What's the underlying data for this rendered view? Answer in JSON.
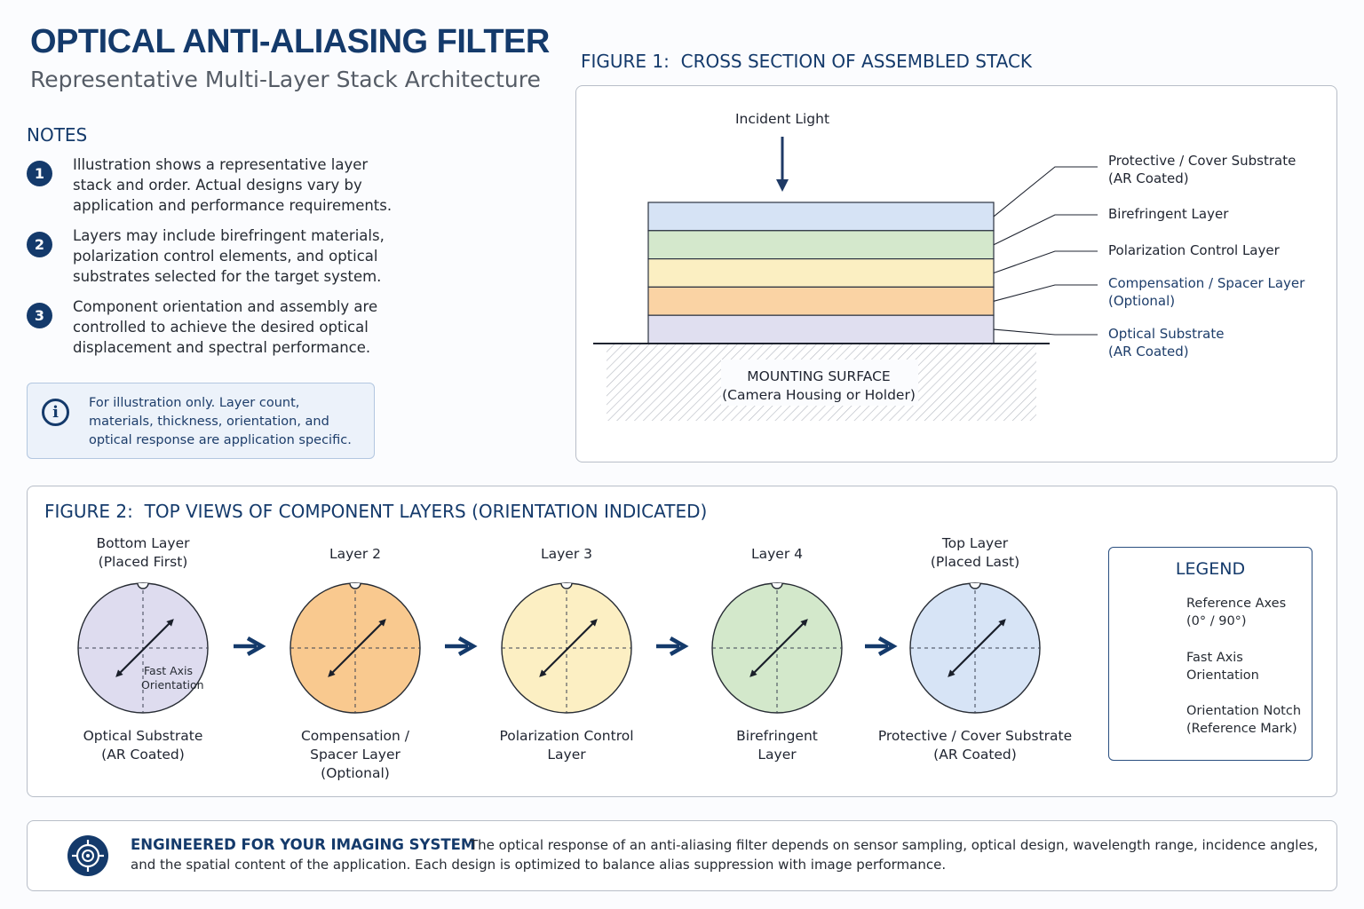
{
  "header": {
    "title": "OPTICAL ANTI-ALIASING FILTER",
    "subtitle": "Representative Multi-Layer Stack Architecture"
  },
  "notes": {
    "heading": "NOTES",
    "items": [
      {
        "num": "1",
        "text": "Illustration shows a representative layer stack and order. Actual designs vary by application and performance requirements."
      },
      {
        "num": "2",
        "text": "Layers may include birefringent materials, polarization control elements, and optical substrates selected for the target system."
      },
      {
        "num": "3",
        "text": "Component orientation and assembly are controlled to achieve the desired optical displacement and spectral performance."
      }
    ],
    "info_icon": "info-icon",
    "info_text": "For illustration only. Layer count, materials, thickness, orientation, and optical response are application specific."
  },
  "figure1": {
    "title": "FIGURE 1:  CROSS SECTION OF ASSEMBLED STACK",
    "incident_light": "Incident Light",
    "mounting_line1": "MOUNTING SURFACE",
    "mounting_line2": "(Camera Housing or Holder)",
    "layers": [
      {
        "line1": "Protective / Cover Substrate",
        "line2": "(AR Coated)",
        "color": "#d6e3f5"
      },
      {
        "line1": "Birefringent Layer",
        "line2": "",
        "color": "#d4e8cc"
      },
      {
        "line1": "Polarization Control Layer",
        "line2": "",
        "color": "#fbefc2"
      },
      {
        "line1": "Compensation / Spacer Layer",
        "line2": "(Optional)",
        "color": "#fad3a4"
      },
      {
        "line1": "Optical Substrate",
        "line2": "(AR Coated)",
        "color": "#e0dff0"
      }
    ]
  },
  "figure2": {
    "title": "FIGURE 2:  TOP VIEWS OF COMPONENT LAYERS (ORIENTATION INDICATED)",
    "fast_axis_label_1": "Fast Axis",
    "fast_axis_label_2": "Orientation",
    "discs": [
      {
        "top1": "Bottom Layer",
        "top2": "(Placed First)",
        "bot1": "Optical Substrate",
        "bot2": "(AR Coated)",
        "bot3": "",
        "color": "#dedcef"
      },
      {
        "top1": "Layer 2",
        "top2": "",
        "bot1": "Compensation /",
        "bot2": "Spacer Layer",
        "bot3": "(Optional)",
        "color": "#f9c98f"
      },
      {
        "top1": "Layer 3",
        "top2": "",
        "bot1": "Polarization Control",
        "bot2": "Layer",
        "bot3": "",
        "color": "#fcefc3"
      },
      {
        "top1": "Layer 4",
        "top2": "",
        "bot1": "Birefringent",
        "bot2": "Layer",
        "bot3": "",
        "color": "#d3e8cb"
      },
      {
        "top1": "Top Layer",
        "top2": "(Placed Last)",
        "bot1": "Protective / Cover Substrate",
        "bot2": "(AR Coated)",
        "bot3": "",
        "color": "#d7e4f6"
      }
    ],
    "legend": {
      "title": "LEGEND",
      "items": [
        {
          "line1": "Reference Axes",
          "line2": "(0° / 90°)"
        },
        {
          "line1": "Fast Axis",
          "line2": "Orientation"
        },
        {
          "line1": "Orientation Notch",
          "line2": "(Reference Mark)"
        }
      ]
    }
  },
  "footer": {
    "icon": "target-icon",
    "heading": "ENGINEERED FOR YOUR IMAGING SYSTEM",
    "text": "The optical response of an anti-aliasing filter depends on sensor sampling, optical design, wavelength range, incidence angles,",
    "text2": "and the spatial content of the application.  Each design is optimized to balance alias suppression with image performance."
  },
  "colors": {
    "navy": "#143a6b",
    "panel_border": "#b8bec8",
    "info_bg": "#ecf2fa"
  }
}
